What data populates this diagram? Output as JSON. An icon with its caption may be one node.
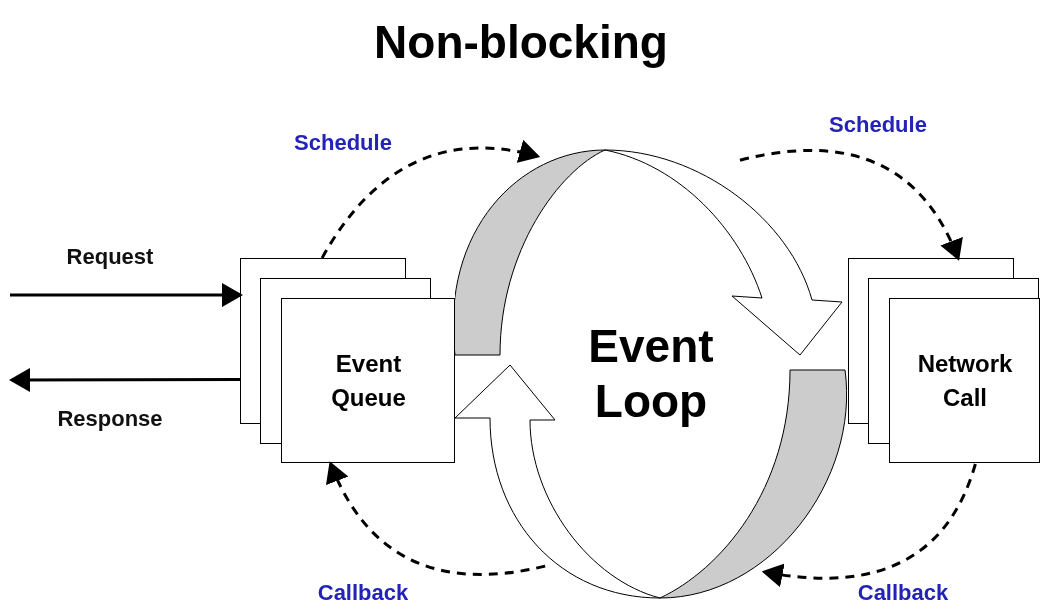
{
  "diagram": {
    "title": "Non-blocking",
    "nodes": [
      {
        "text": [
          "Event Queue"
        ]
      },
      {
        "text": [
          "Event Loop"
        ]
      },
      {
        "text": [
          "Network Call"
        ]
      }
    ],
    "edges": [
      {
        "from": null,
        "to": 0,
        "arrow": "to",
        "label": "Request"
      },
      {
        "from": 0,
        "to": null,
        "arrow": "to",
        "label": "Response"
      },
      {
        "from": 0,
        "to": 1,
        "arrow": "to",
        "label": "Schedule",
        "style": "dashed"
      },
      {
        "from": 1,
        "to": 2,
        "arrow": "to",
        "label": "Schedule",
        "style": "dashed"
      },
      {
        "from": 2,
        "to": 1,
        "arrow": "to",
        "label": "Callback",
        "style": "dashed"
      },
      {
        "from": 1,
        "to": 0,
        "arrow": "to",
        "label": "Callback",
        "style": "dashed"
      }
    ]
  }
}
